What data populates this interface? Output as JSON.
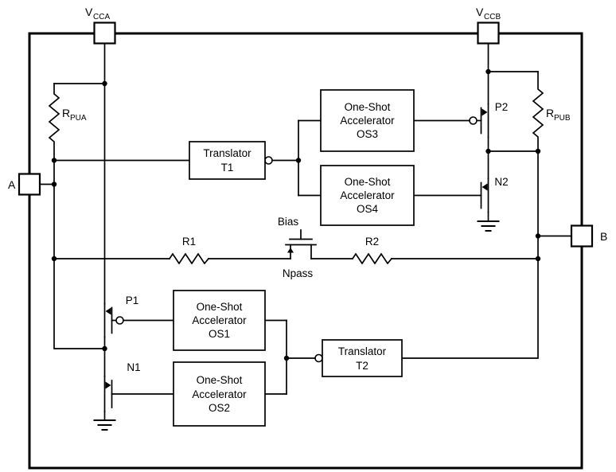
{
  "supplies": {
    "vcca": {
      "main": "V",
      "sub": "CCA"
    },
    "vccb": {
      "main": "V",
      "sub": "CCB"
    }
  },
  "pins": {
    "a": "A",
    "b": "B"
  },
  "resistors": {
    "rpua": {
      "main": "R",
      "sub": "PUA"
    },
    "rpub": {
      "main": "R",
      "sub": "PUB"
    },
    "r1": "R1",
    "r2": "R2"
  },
  "transistors": {
    "p1": "P1",
    "n1": "N1",
    "p2": "P2",
    "n2": "N2",
    "npass": "Npass",
    "bias": "Bias"
  },
  "blocks": {
    "t1": {
      "line1": "Translator",
      "line2": "T1"
    },
    "t2": {
      "line1": "Translator",
      "line2": "T2"
    },
    "os1": {
      "line1": "One-Shot",
      "line2": "Accelerator",
      "line3": "OS1"
    },
    "os2": {
      "line1": "One-Shot",
      "line2": "Accelerator",
      "line3": "OS2"
    },
    "os3": {
      "line1": "One-Shot",
      "line2": "Accelerator",
      "line3": "OS3"
    },
    "os4": {
      "line1": "One-Shot",
      "line2": "Accelerator",
      "line3": "OS4"
    }
  },
  "colors": {
    "wire": "#000000",
    "background": "#ffffff",
    "text": "#000000"
  }
}
